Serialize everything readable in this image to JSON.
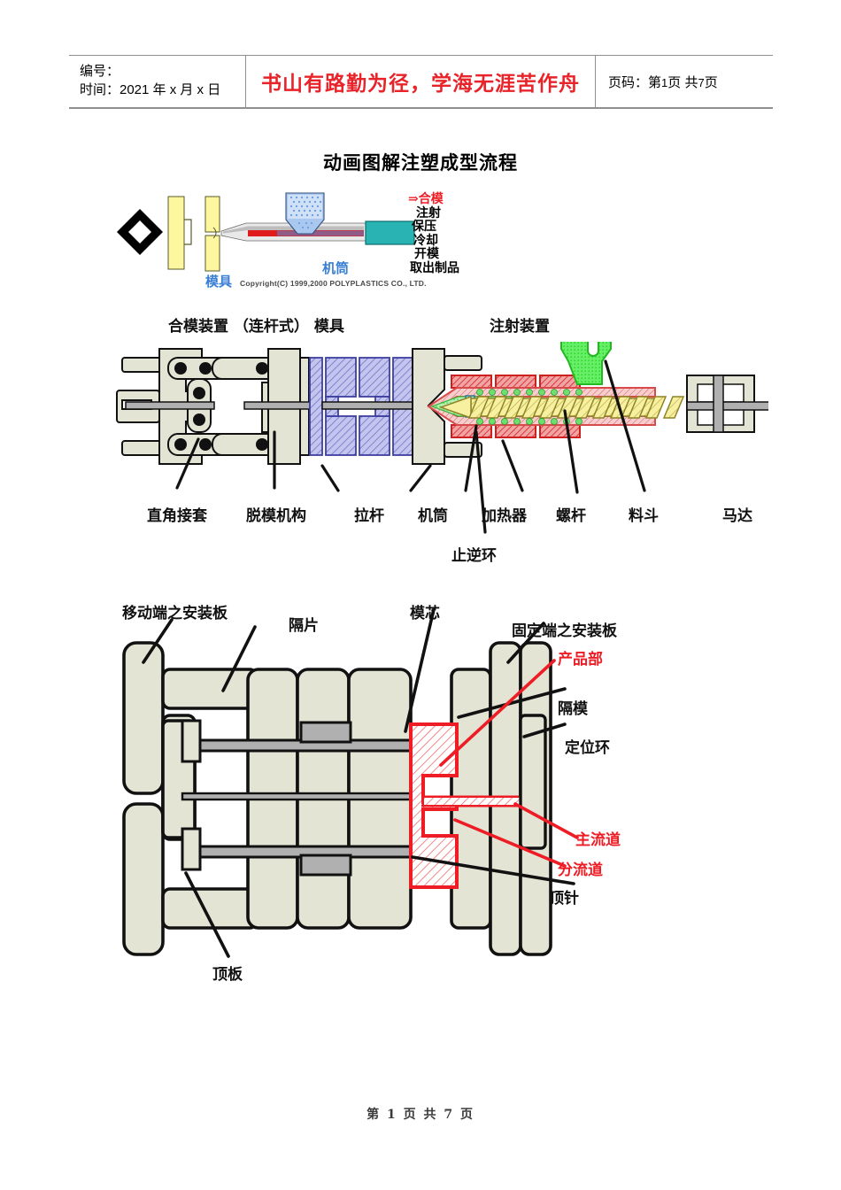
{
  "header": {
    "code_label": "编号：",
    "time_label": "时间：2021 年 x 月 x 日",
    "motto": "书山有路勤为径，学海无涯苦作舟",
    "page_label": "页码：",
    "page_current_prefix": "第",
    "page_current": "1",
    "page_unit": "页",
    "page_total_prefix": "共",
    "page_total": "7",
    "page_total_unit": "页"
  },
  "title": "动画图解注塑成型流程",
  "figure1": {
    "label_mold": "模具",
    "label_barrel": "机筒",
    "copyright": "Copyright(C) 1999,2000 POLYPLASTICS CO., LTD.",
    "steps": [
      {
        "text": "⇒合模",
        "active": true
      },
      {
        "text": "注射",
        "active": false
      },
      {
        "text": "保压",
        "active": false
      },
      {
        "text": "冷却",
        "active": false
      },
      {
        "text": "开模",
        "active": false
      },
      {
        "text": "取出制品",
        "active": false
      }
    ]
  },
  "figure2": {
    "top_label_clamp": "合模装置 （连杆式） 模具",
    "top_label_injection": "注射装置",
    "labels": [
      "直角接套",
      "脱模机构",
      "拉杆",
      "机筒",
      "加热器",
      "螺杆",
      "料斗",
      "马达"
    ],
    "label_check_ring": "止逆环"
  },
  "figure3": {
    "labels_black": [
      "移动端之安装板",
      "隔片",
      "模芯",
      "固定端之安装板",
      "隔模",
      "定位环",
      "顶针",
      "顶板"
    ],
    "labels_red": [
      "产品部",
      "主流道",
      "分流道"
    ]
  },
  "footer": {
    "page_prefix": "第",
    "page_current": "1",
    "page_unit": "页",
    "total_prefix": "共",
    "page_total": "7",
    "total_unit": "页"
  },
  "colors": {
    "accent_red": "#ee1c25",
    "label_blue": "#3a7fd5",
    "body_beige": "#e3e4d3",
    "mold_blue": "#b3b5e8",
    "heater_red": "#ee2222",
    "screw_yellow": "#f7f2a8",
    "hopper_green": "#6ef06e",
    "nozzle_green": "#a8eeb0",
    "teal_block": "#2ab3b3"
  }
}
